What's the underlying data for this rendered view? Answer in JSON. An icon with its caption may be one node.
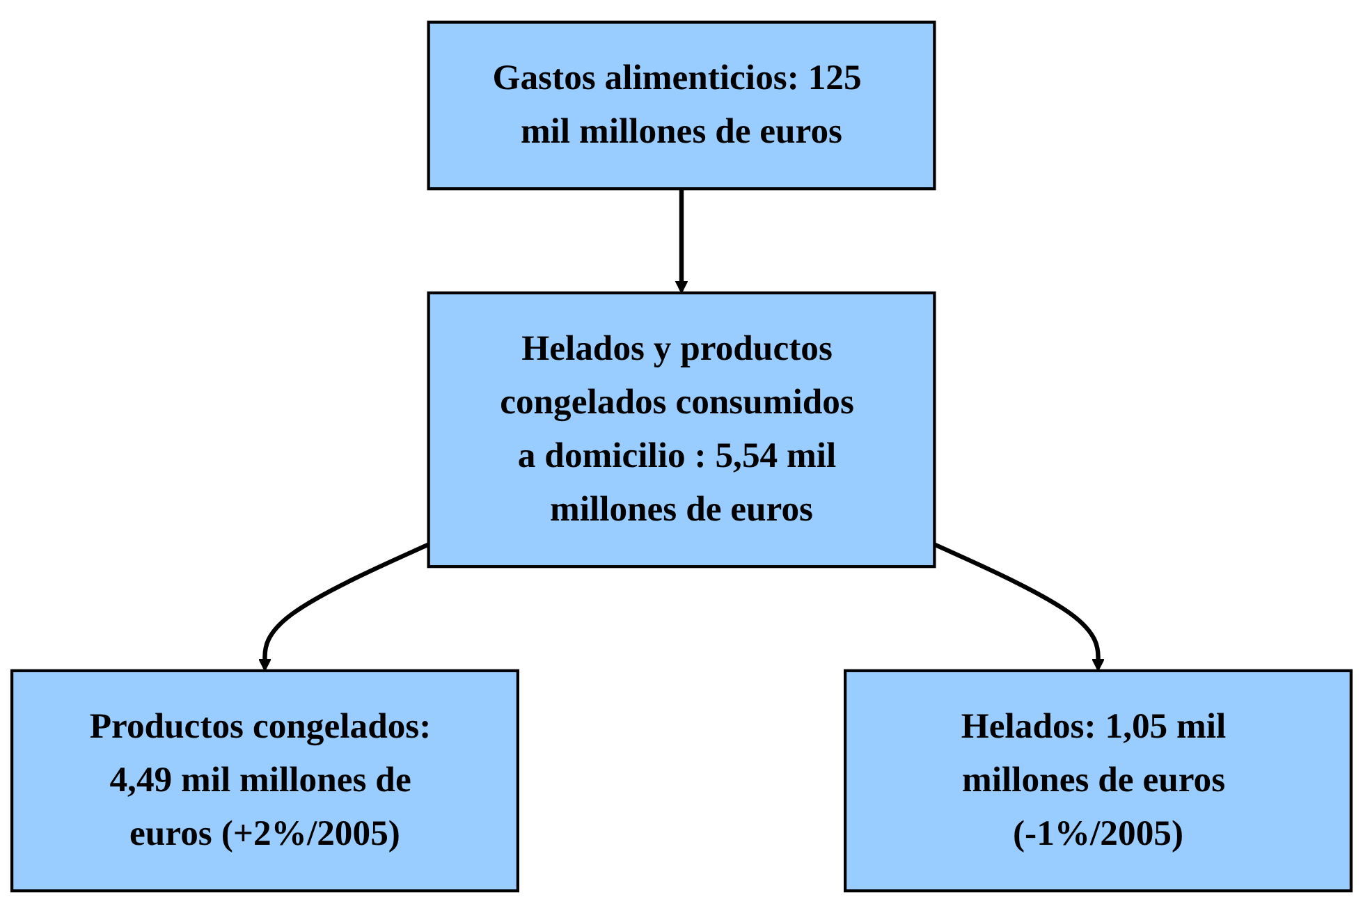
{
  "diagram": {
    "nodes": [
      {
        "text": [
          "Gastos alimenticios: 125 mil millones de euros"
        ]
      },
      {
        "text": [
          "Helados y productos congelados consumidos a domicilio : 5,54 mil millones de euros"
        ]
      },
      {
        "text": [
          "Productos congelados: 4,49 mil millones de euros (+2%/2005)"
        ]
      },
      {
        "text": [
          "Helados: 1,05 mil millones de euros (-1%/2005)"
        ]
      }
    ],
    "edges": [
      {
        "from": 0,
        "to": 1,
        "arrow": "to"
      },
      {
        "from": 1,
        "to": 2,
        "arrow": "to"
      },
      {
        "from": 1,
        "to": 3,
        "arrow": "to"
      }
    ]
  }
}
